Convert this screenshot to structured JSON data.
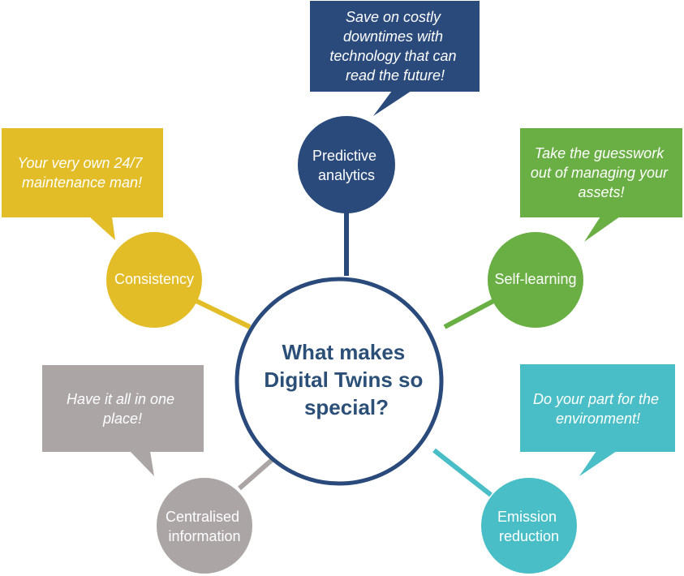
{
  "center": {
    "lines": [
      "What makes",
      "Digital Twins so",
      "special?"
    ]
  },
  "colors": {
    "navy": "#2a4a7c",
    "yellow": "#e3bd27",
    "green": "#6aaf44",
    "grey": "#aba5a5",
    "teal": "#49bec6",
    "center_text": "#2b4f76"
  },
  "nodes": {
    "predictive": {
      "label": [
        "Predictive",
        "analytics"
      ],
      "callout": [
        "Save on costly",
        "downtimes with",
        "technology that can",
        "read the future!"
      ]
    },
    "consistency": {
      "label": [
        "Consistency"
      ],
      "callout": [
        "Your very own 24/7",
        "maintenance man!"
      ]
    },
    "self_learning": {
      "label": [
        "Self-learning"
      ],
      "callout": [
        "Take the guesswork",
        "out of managing your",
        "assets!"
      ]
    },
    "centralised": {
      "label": [
        "Centralised",
        "information"
      ],
      "callout": [
        "Have it all in one",
        "place!"
      ]
    },
    "emission": {
      "label": [
        "Emission",
        "reduction"
      ],
      "callout": [
        "Do your part for the",
        "environment!"
      ]
    }
  }
}
